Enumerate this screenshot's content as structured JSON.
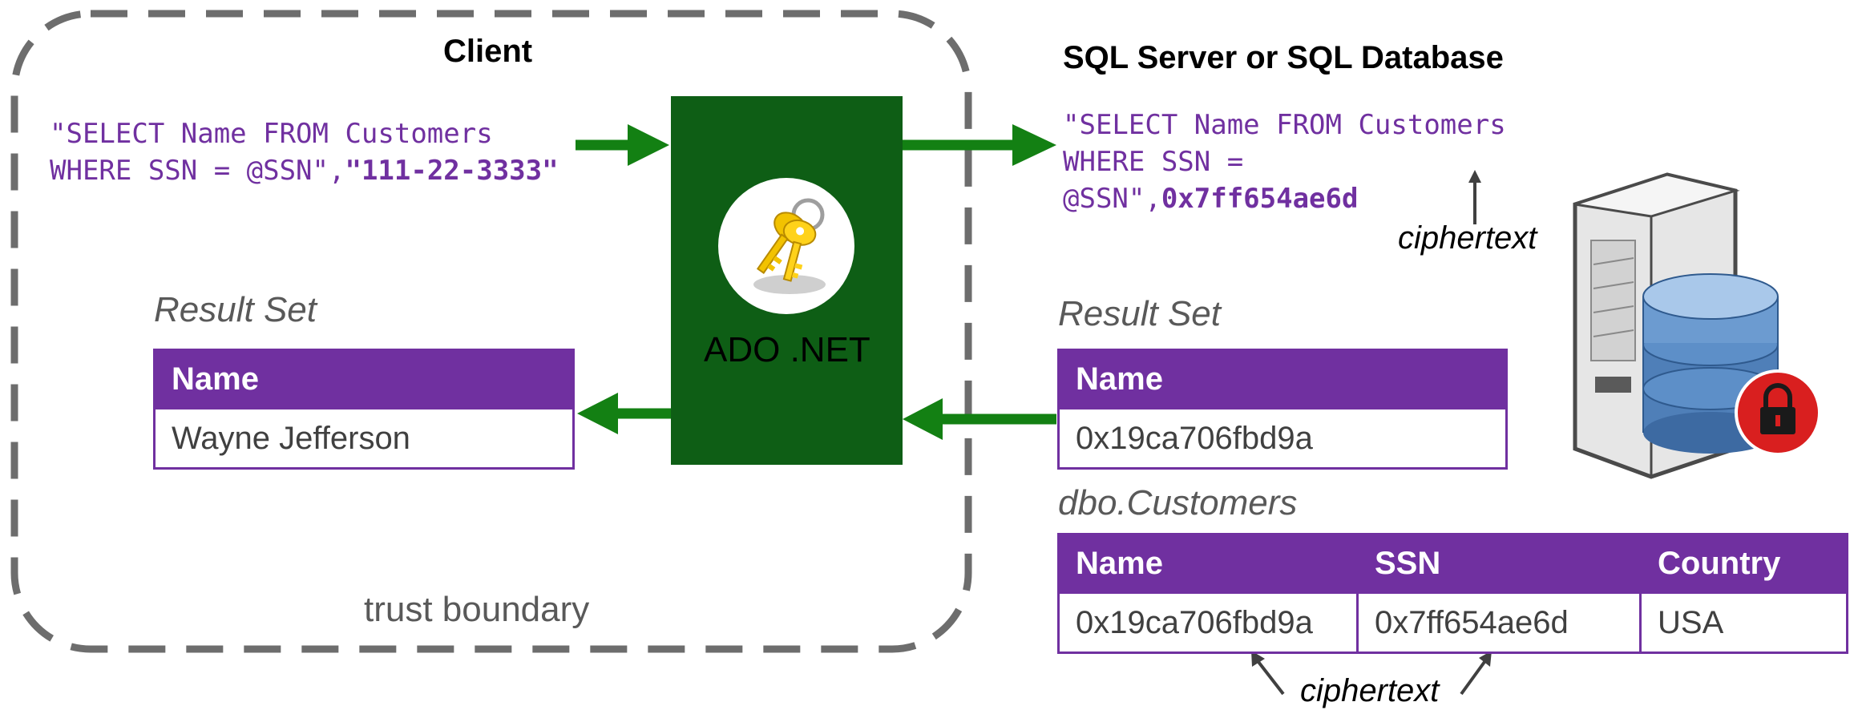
{
  "client": {
    "title": "Client",
    "query_line1": "\"SELECT Name FROM Customers",
    "query_line2_prefix": "WHERE SSN = @SSN\",",
    "query_line2_value": "\"111-22-3333\"",
    "result_label": "Result Set",
    "result_header": "Name",
    "result_value": "Wayne Jefferson",
    "trust_label": "trust boundary"
  },
  "driver": {
    "label": "ADO .NET",
    "box_color": "#0e5e15",
    "key_icon": "keys-icon"
  },
  "server": {
    "title": "SQL Server or SQL Database",
    "query_line1": "\"SELECT Name FROM Customers",
    "query_line2": "WHERE SSN =",
    "query_line3_prefix": "@SSN\",",
    "query_line3_value": "0x7ff654ae6d",
    "ciphertext_label_top": "ciphertext",
    "result_label": "Result Set",
    "result_header": "Name",
    "result_value": "0x19ca706fbd9a",
    "server_icon": "database-server-lock-icon"
  },
  "customers_table": {
    "label": "dbo.Customers",
    "headers": [
      "Name",
      "SSN",
      "Country"
    ],
    "row": [
      "0x19ca706fbd9a",
      "0x7ff654ae6d",
      "USA"
    ],
    "ciphertext_label_bottom": "ciphertext"
  },
  "colors": {
    "accent_purple": "#7030a0",
    "arrow_green": "#138013",
    "boundary_gray": "#6d6d6d"
  }
}
